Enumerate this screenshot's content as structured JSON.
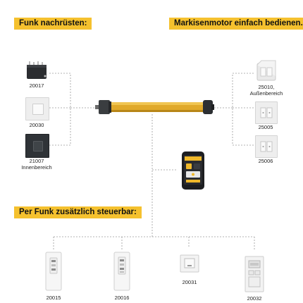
{
  "headers": {
    "retrofit": "Funk nachrüsten:",
    "operate": "Markisenmotor einfach bedienen.",
    "extra": "Per Funk zusätzlich steuerbar:"
  },
  "devices": {
    "left": [
      {
        "code": "20017",
        "caption": "20017"
      },
      {
        "code": "20030",
        "caption": "20030"
      },
      {
        "code": "21007",
        "caption": "21007",
        "caption2": "Innenbereich"
      }
    ],
    "right": [
      {
        "code": "25010",
        "caption": "25010,",
        "caption2": "Außenbereich"
      },
      {
        "code": "25005",
        "caption": "25005"
      },
      {
        "code": "25006",
        "caption": "25006"
      }
    ],
    "bottom": [
      {
        "code": "20015",
        "caption": "20015"
      },
      {
        "code": "20016",
        "caption": "20016"
      },
      {
        "code": "20031",
        "caption": "20031"
      },
      {
        "code": "20032",
        "caption": "20032"
      }
    ]
  },
  "colors": {
    "accent": "#f5c12e",
    "motor_tube": "#e0a92a",
    "line": "#9a9a9a",
    "device_dark": "#2f3337",
    "device_light": "#f0f0f0"
  },
  "icons": {
    "motor": "tubular-motor",
    "phone": "smartphone-app",
    "plug": "radio-module-icon"
  }
}
